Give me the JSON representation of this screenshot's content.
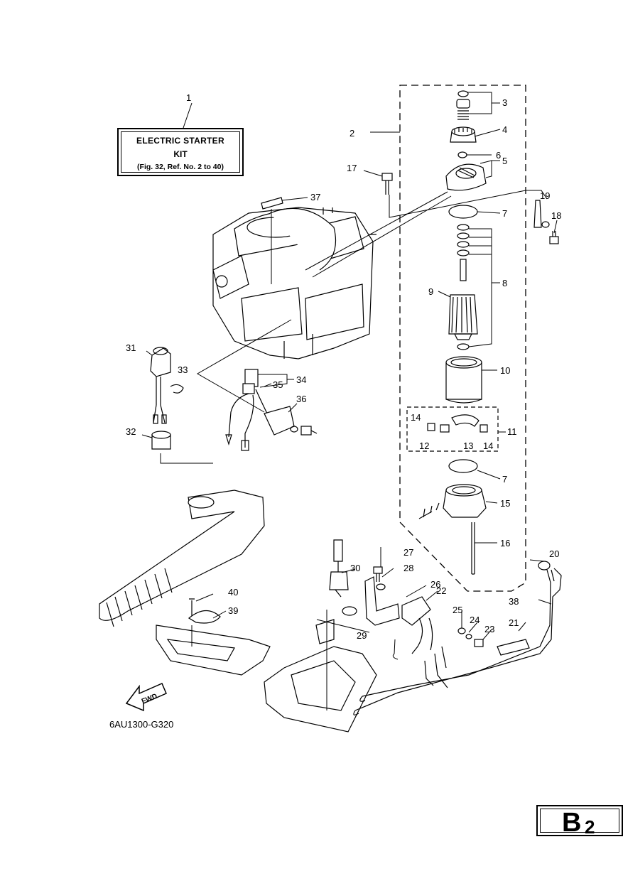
{
  "kit_label": {
    "line1": "ELECTRIC STARTER",
    "line2": "KIT",
    "line3": "(Fig. 32, Ref. No. 2 to 40)"
  },
  "fwd_label": "FWD",
  "drawing_code": "6AU1300-G320",
  "page_code": {
    "letter": "B",
    "number": "2"
  },
  "callouts": {
    "c1": "1",
    "c2": "2",
    "c3": "3",
    "c4": "4",
    "c5": "5",
    "c6": "6",
    "c7a": "7",
    "c7b": "7",
    "c8": "8",
    "c9": "9",
    "c10": "10",
    "c11": "11",
    "c12": "12",
    "c13": "13",
    "c14a": "14",
    "c14b": "14",
    "c15": "15",
    "c16": "16",
    "c17": "17",
    "c18": "18",
    "c19": "19",
    "c20": "20",
    "c21": "21",
    "c22": "22",
    "c23": "23",
    "c24": "24",
    "c25": "25",
    "c26": "26",
    "c27": "27",
    "c28": "28",
    "c29": "29",
    "c30": "30",
    "c31": "31",
    "c32": "32",
    "c33": "33",
    "c34": "34",
    "c35": "35",
    "c36": "36",
    "c37": "37",
    "c38": "38",
    "c39": "39",
    "c40": "40"
  }
}
